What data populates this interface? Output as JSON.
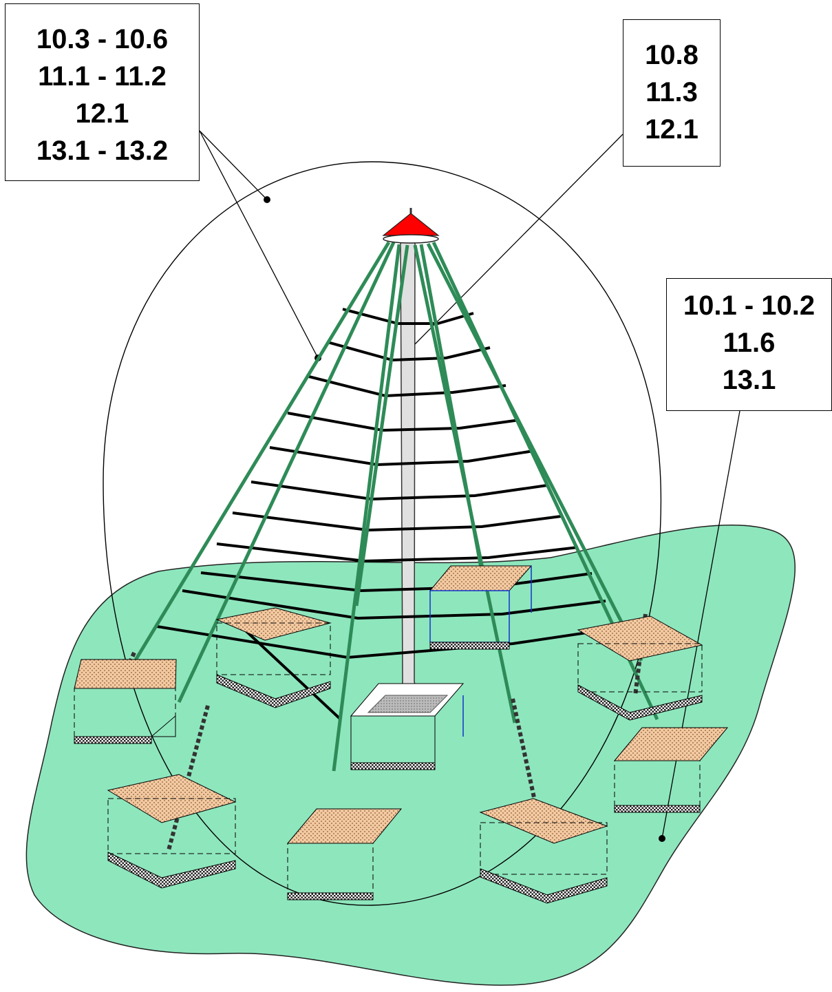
{
  "callouts": {
    "net_structure": {
      "lines": [
        "10.3 - 10.6",
        "11.1 - 11.2",
        "12.1",
        "13.1 - 13.2"
      ]
    },
    "center_pole": {
      "lines": [
        "10.8",
        "11.3",
        "12.1"
      ]
    },
    "seabed_anchors": {
      "lines": [
        "10.1 - 10.2",
        "11.6",
        "13.1"
      ]
    }
  },
  "colors": {
    "seabed": "#8ee6bd",
    "net_rib": "#2e8b57",
    "net_ring": "#000000",
    "pole": "#e0e0e0",
    "top_cone": "#ff0000",
    "anchor_top": "#f2c9a0",
    "anchor_base": "#555555"
  },
  "icons": {
    "top_cone": "red-cone-float",
    "anchor": "gravity-anchor-block",
    "chain": "anchor-chain"
  }
}
